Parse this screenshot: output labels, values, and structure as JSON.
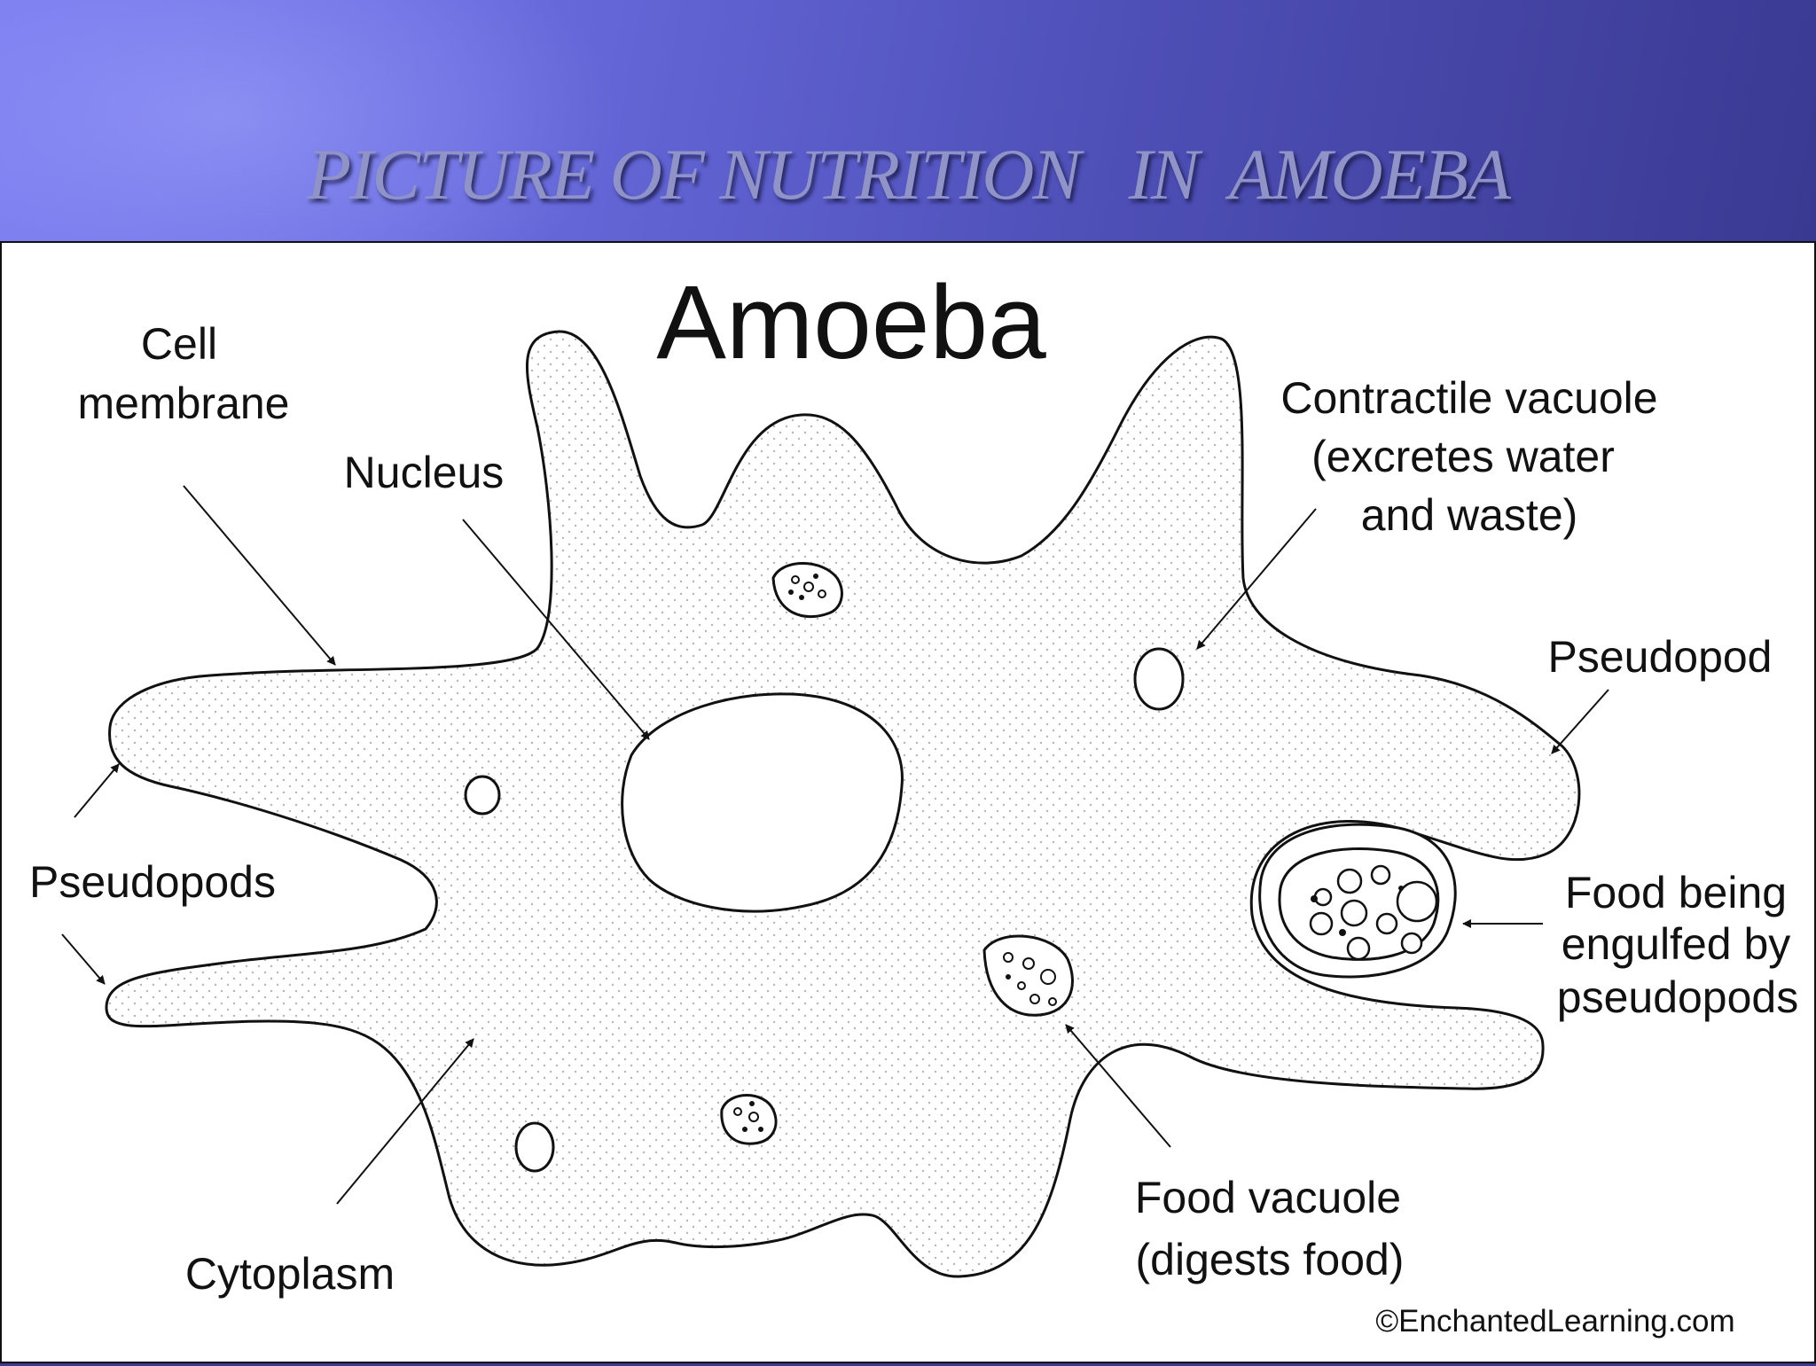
{
  "slide": {
    "title": "PICTURE OF NUTRITION   IN  AMOEBA"
  },
  "diagram": {
    "heading": "Amoeba",
    "labels": {
      "cell_membrane_1": "Cell",
      "cell_membrane_2": "membrane",
      "nucleus": "Nucleus",
      "contractile_1": "Contractile vacuole",
      "contractile_2": "(excretes water",
      "contractile_3": "and waste)",
      "pseudopod": "Pseudopod",
      "pseudopods": "Pseudopods",
      "food_engulfed_1": "Food being",
      "food_engulfed_2": "engulfed by",
      "food_engulfed_3": "pseudopods",
      "food_vacuole_1": "Food vacuole",
      "food_vacuole_2": "(digests food)",
      "cytoplasm": "Cytoplasm"
    },
    "copyright": "©EnchantedLearning.com"
  },
  "colors": {
    "header_accent": "#6a6ce0",
    "title_text": "#8f93c8",
    "outline": "#111111",
    "stipple": "#b5b5b5"
  }
}
